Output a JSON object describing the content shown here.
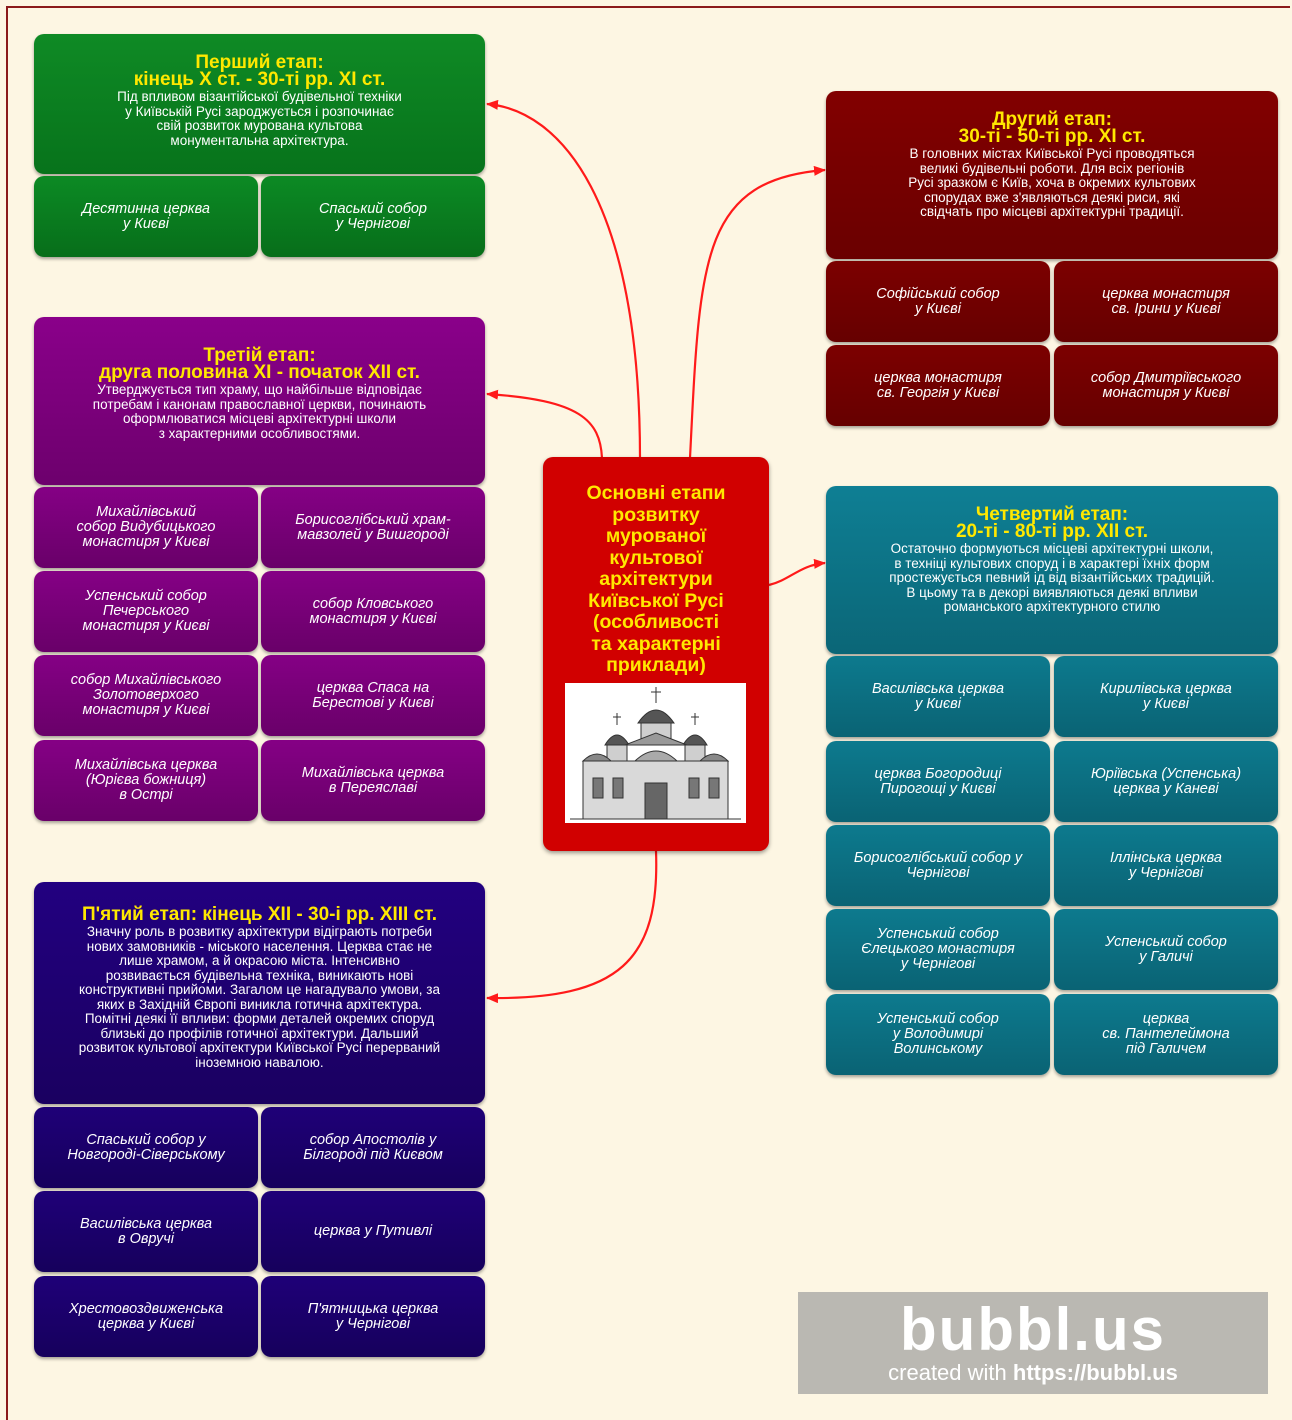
{
  "center": {
    "title": "Основні етапи\nрозвитку\nмурованої\nкультової\nархітектури\nКиївської Русі\n(особливості\nта характерні\nприклади)"
  },
  "stages": [
    {
      "title": "Перший етап:\nкінець X ст. - 30-ті рр. XI ст.",
      "description": "Під впливом візантійської будівельної техніки\nу Київській Русі зароджується і розпочинає\nсвій розвиток мурована культова\nмонументальна архітектура.",
      "examples": [
        "Десятинна церква\nу Києві",
        "Спаський собор\nу Чернігові"
      ]
    },
    {
      "title": "Другий етап:\n30-ті - 50-ті рр. XI ст.",
      "description": "В головних містах Київської Русі проводяться\nвеликі будівельні роботи. Для всіх регіонів\nРусі зразком є Київ, хоча в окремих культових\nспорудах вже з'являються деякі риси, які\nсвідчать про місцеві архітектурні традиції.",
      "examples": [
        "Софійський собор\nу Києві",
        "церква монастиря\nсв. Ірини у Києві",
        "церква монастиря\nсв. Георгія у Києві",
        "собор Дмитріївського\nмонастиря у Києві"
      ]
    },
    {
      "title": "Третій етап:\nдруга половина XI - початок XII ст.",
      "description": "Утверджується тип храму, що найбільше відповідає\nпотребам і канонам православної церкви, починають\nоформлюватися місцеві архітектурні школи\nз характерними особливостями.",
      "examples": [
        "Михайлівський\nсобор Видубицького\nмонастиря  у Києві",
        "Борисоглібський храм-\nмавзолей у Вишгороді",
        "Успенський собор\nПечерського\nмонастиря у Києві",
        "собор Кловського\nмонастиря у Києві",
        "собор Михайлівського\nЗолотоверхого\nмонастиря у Києві",
        "церква Спаса на\nБерестові у Києві",
        "Михайлівська церква\n(Юрієва божниця)\nв Острі",
        "Михайлівська церква\nв Переяславі"
      ]
    },
    {
      "title": "Четвертий етап:\n20-ті - 80-ті рр. XII ст.",
      "description": "Остаточно формуються місцеві архітектурні школи,\nв техніці культових споруд і в характері їхніх форм\nпростежується певний ід від візантійських традицій.\nВ цьому та в декорі виявляються деякі впливи\nроманського архітектурного стилю",
      "examples": [
        "Василівська церква\nу Києві",
        "Кирилівська церква\nу Києві",
        "церква Богородиці\nПирогощі  у Києві",
        "Юріївська (Успенська)\nцерква у Каневі",
        "Борисоглібський собор у\nЧернігові",
        "Іллінська церква\nу Чернігові",
        "Успенський собор\nЄлецького монастиря\nу Чернігові",
        "Успенський собор\nу Галичі",
        "Успенський собор\nу Володимирі\nВолинському",
        "церква\nсв. Пантелеймона\nпід Галичем"
      ]
    },
    {
      "title": "П'ятий етап: кінець XII - 30-і рр. XIII ст.",
      "description": "Значну роль в розвитку архітектури відіграють потреби\nнових замовників - міського населення. Церква стає не\nлише храмом, а й окрасою міста. Інтенсивно\nрозвивається будівельна техніка, виникають нові\nконструктивні прийоми. Загалом це нагадувало умови, за\nяких в Західній Європі виникла готична архітектура.\nПомітні деякі її впливи: форми деталей окремих споруд\nблизькі до профілів готичної архітектури. Дальший\nрозвиток культової архітектури Київської Русі перерваний\nіноземною навалою.",
      "examples": [
        "Спаський собор у\nНовгороді-Сіверському",
        "собор Апостолів у\nБілгороді під Києвом",
        "Василівська церква\nв Овручі",
        "церква у Путивлі",
        "Хрестовоздвиженська\nцерква у Києві",
        "П'ятницька церква\nу Чернігові"
      ]
    }
  ],
  "watermark": {
    "logo": "bubbl.us",
    "credit_prefix": "created with ",
    "credit_url": "https://bubbl.us"
  },
  "colors": {
    "stage1": "#0f8a25",
    "stage2": "#820000",
    "stage3": "#8a008a",
    "stage4": "#0e7f94",
    "stage5": "#220080",
    "center": "#d10000",
    "title_yellow": "#ffe800",
    "arrow": "#ff0000"
  }
}
